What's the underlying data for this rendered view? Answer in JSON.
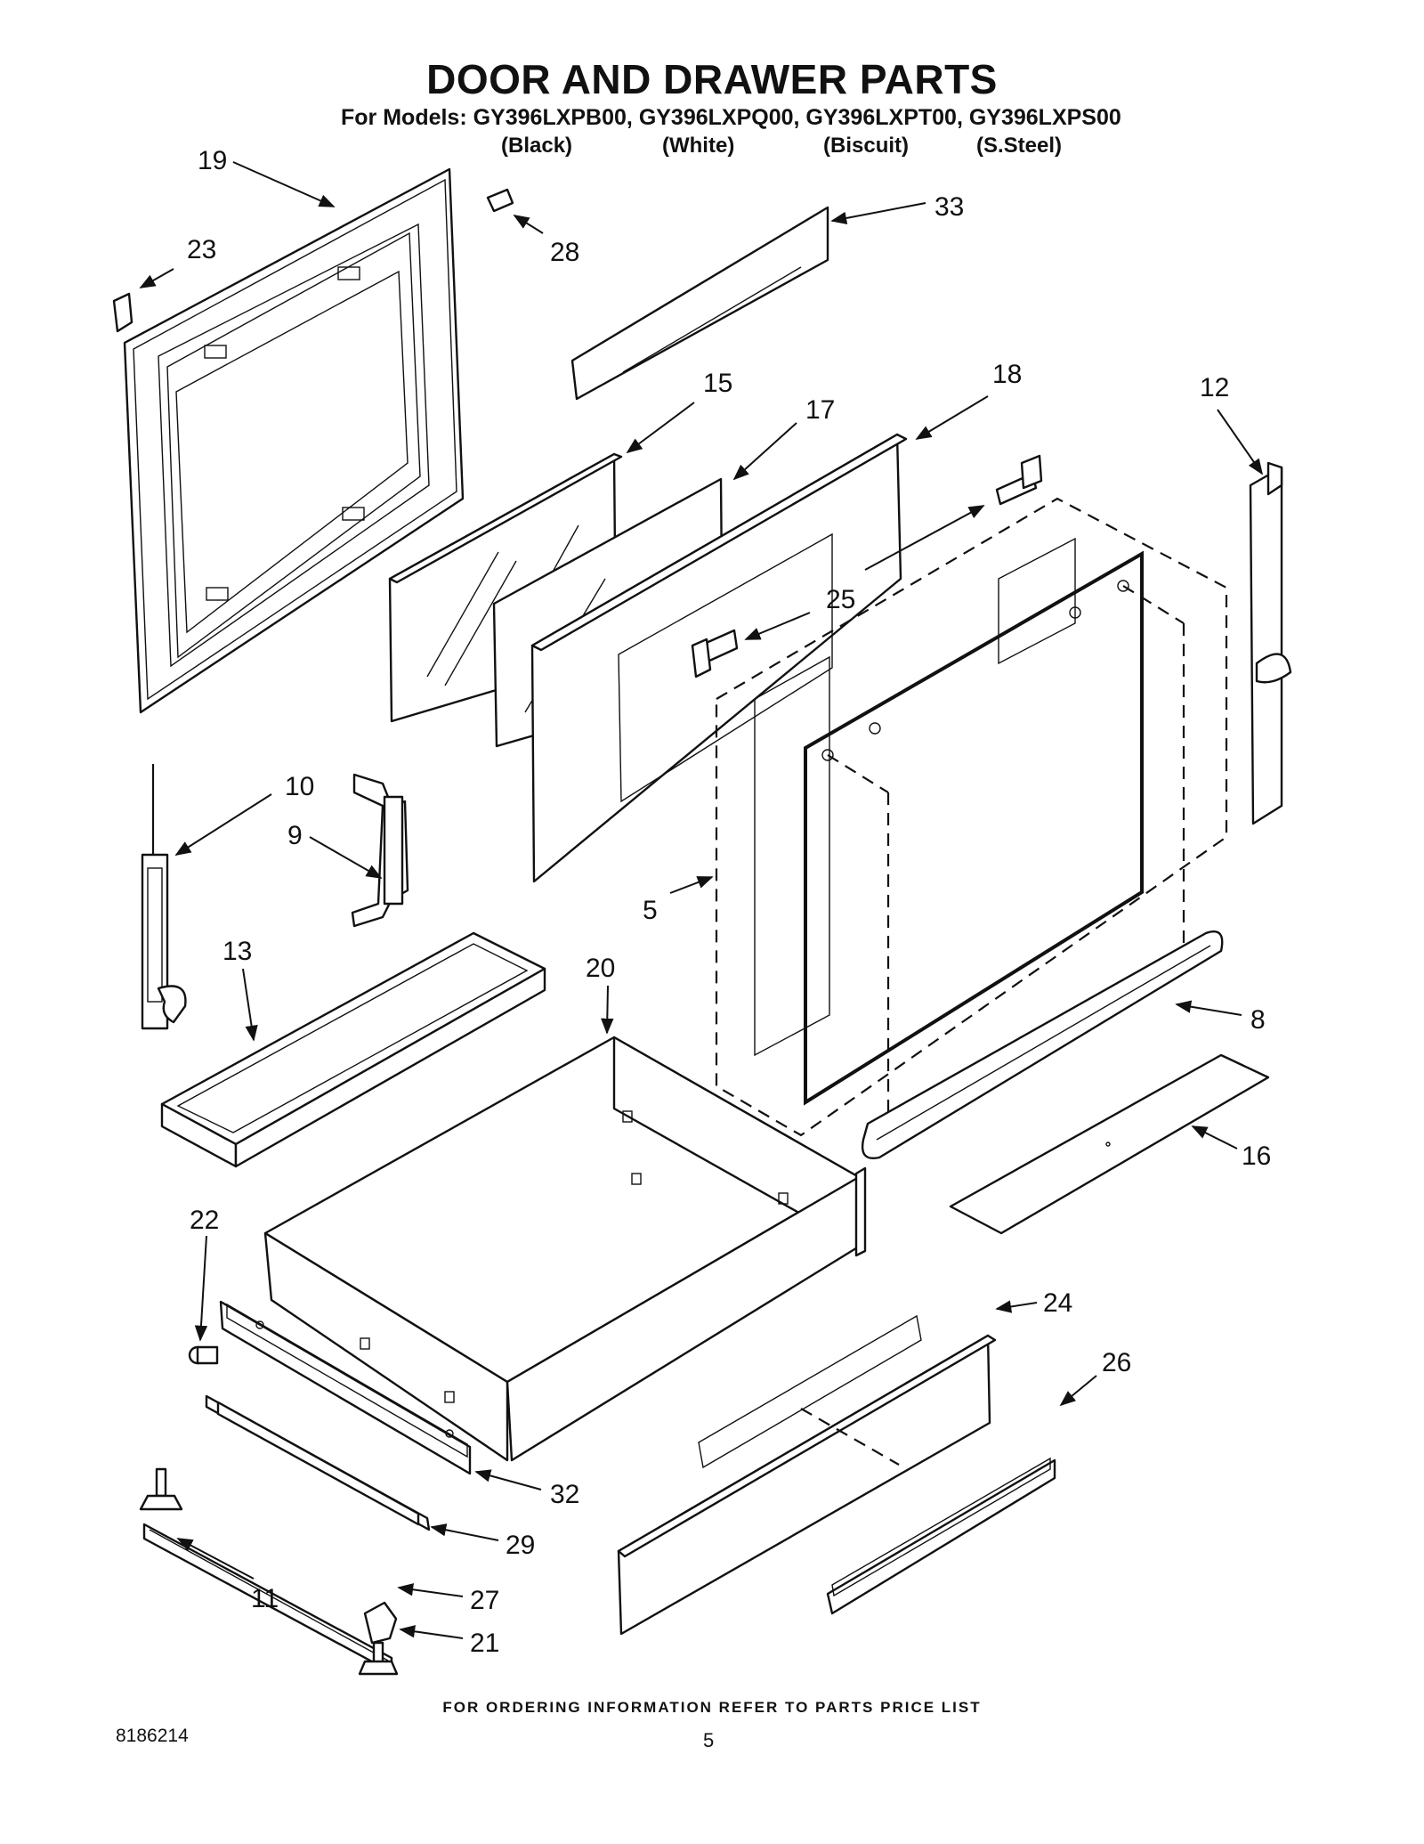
{
  "header": {
    "title": "DOOR AND DRAWER PARTS",
    "models_line": "For Models: GY396LXPB00, GY396LXPQ00, GY396LXPT00, GY396LXPS00",
    "colors": [
      "(Black)",
      "(White)",
      "(Biscuit)",
      "(S.Steel)"
    ]
  },
  "callouts": {
    "c19": "19",
    "c23": "23",
    "c28": "28",
    "c33": "33",
    "c15": "15",
    "c17": "17",
    "c18": "18",
    "c12": "12",
    "c25": "25",
    "c10": "10",
    "c9": "9",
    "c5": "5",
    "c13": "13",
    "c20": "20",
    "c8": "8",
    "c16": "16",
    "c22": "22",
    "c24": "24",
    "c26": "26",
    "c32": "32",
    "c29": "29",
    "c11": "11",
    "c27": "27",
    "c21": "21"
  },
  "footer": {
    "note": "FOR ORDERING INFORMATION REFER TO PARTS PRICE LIST",
    "doc_number": "8186214",
    "page_number": "5"
  }
}
